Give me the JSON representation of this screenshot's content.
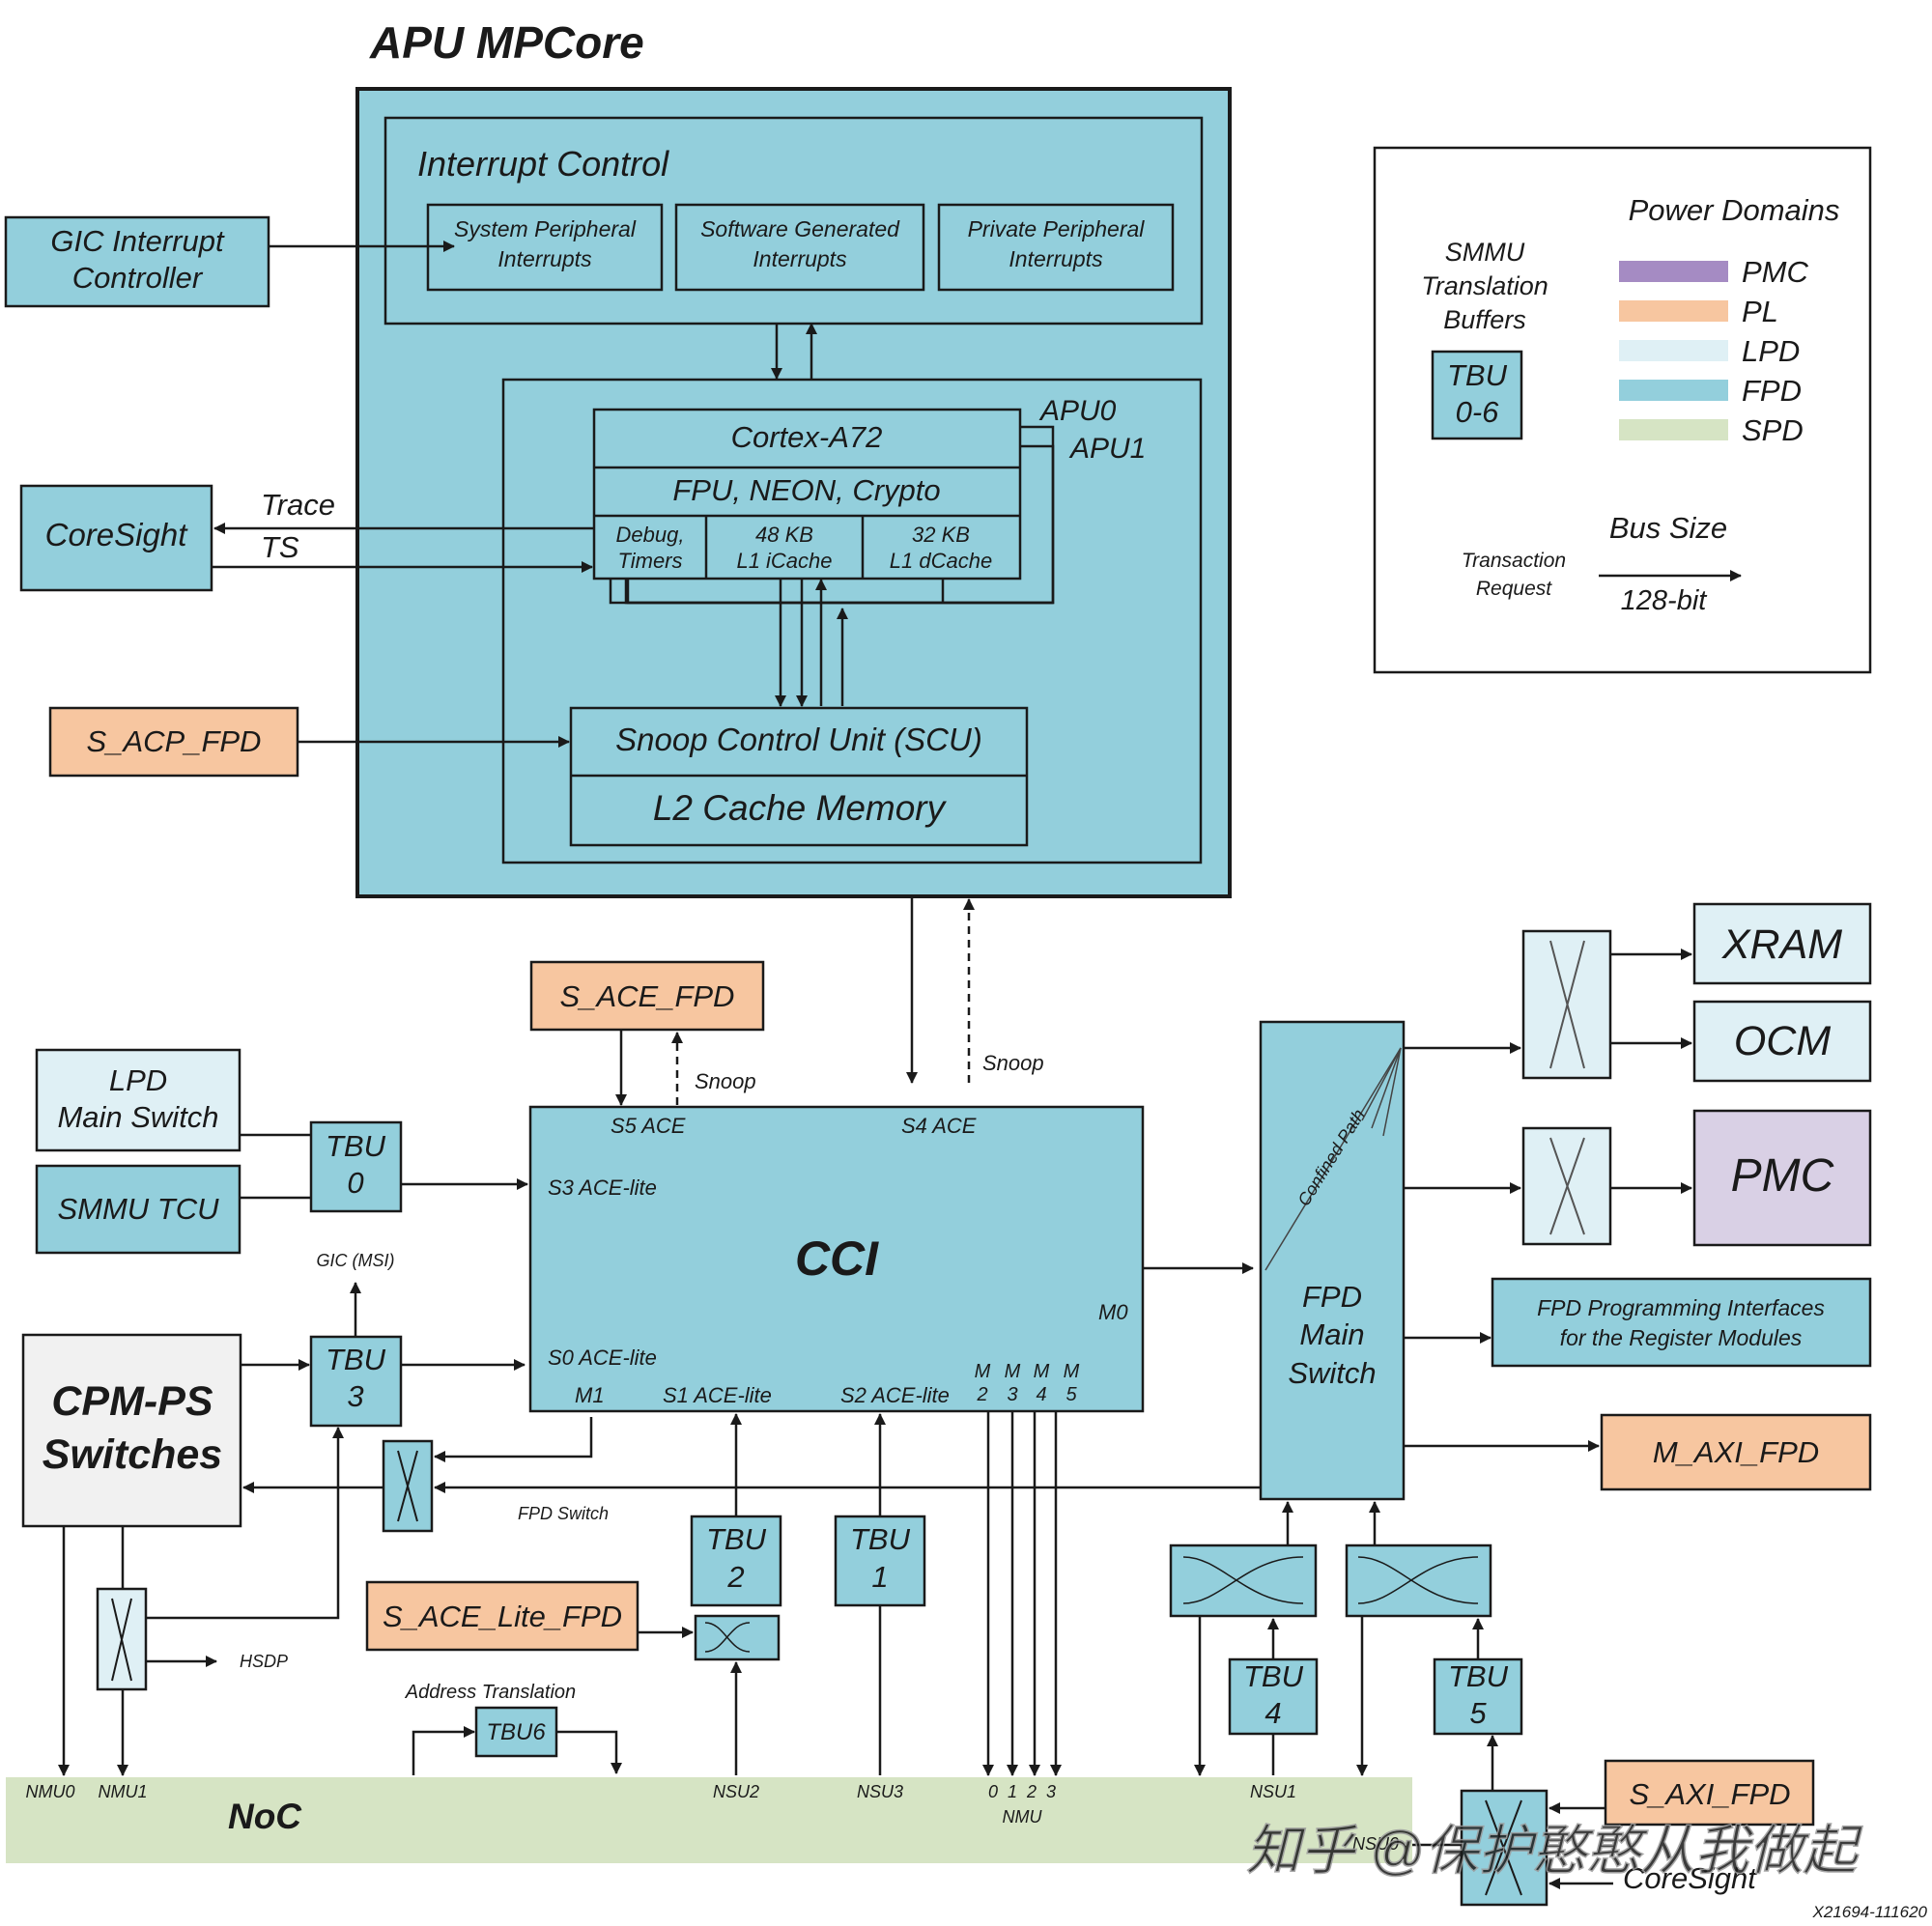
{
  "title": "APU MPCore",
  "colors": {
    "fpd": "#93cfdc",
    "fpd_dark": "#84c4d2",
    "lpd": "#dff0f5",
    "pl": "#f7c6a0",
    "pmc": "#d9d0e5",
    "spd": "#d6e4c4",
    "cpm": "#f1f1f1",
    "line": "#1a1a1a"
  },
  "apu": {
    "interrupt_control": "Interrupt Control",
    "spi": [
      "System Peripheral",
      "Interrupts"
    ],
    "sgi": [
      "Software Generated",
      "Interrupts"
    ],
    "ppi": [
      "Private Peripheral",
      "Interrupts"
    ],
    "apu0": "APU0",
    "apu1": "APU1",
    "cortex": "Cortex-A72",
    "fpu": "FPU, NEON, Crypto",
    "debug": [
      "Debug,",
      "Timers"
    ],
    "icache": [
      "48 KB",
      "L1 iCache"
    ],
    "dcache": [
      "32 KB",
      "L1 dCache"
    ],
    "scu": "Snoop Control Unit (SCU)",
    "l2": "L2 Cache Memory"
  },
  "left": {
    "gic": [
      "GIC Interrupt",
      "Controller"
    ],
    "coresight": "CoreSight",
    "trace": "Trace",
    "ts": "TS",
    "s_acp_fpd": "S_ACP_FPD",
    "s_ace_fpd": "S_ACE_FPD",
    "snoop_left": "Snoop",
    "snoop_right": "Snoop",
    "lpd_main_switch": [
      "LPD",
      "Main Switch"
    ],
    "smmu_tcu": "SMMU TCU",
    "gic_msi": "GIC (MSI)",
    "cpm_ps": [
      "CPM-PS",
      "Switches"
    ],
    "fpd_switch": "FPD Switch",
    "hsdp": "HSDP",
    "s_ace_lite_fpd": "S_ACE_Lite_FPD",
    "address_translation": "Address Translation",
    "tbu6": "TBU6"
  },
  "tbus": {
    "tbu0": [
      "TBU",
      "0"
    ],
    "tbu1": [
      "TBU",
      "1"
    ],
    "tbu2": [
      "TBU",
      "2"
    ],
    "tbu3": [
      "TBU",
      "3"
    ],
    "tbu4": [
      "TBU",
      "4"
    ],
    "tbu5": [
      "TBU",
      "5"
    ]
  },
  "cci": {
    "title": "CCI",
    "s5": "S5 ACE",
    "s4": "S4 ACE",
    "s3": "S3 ACE-lite",
    "s0": "S0 ACE-lite",
    "m1": "M1",
    "s1": "S1 ACE-lite",
    "s2": "S2 ACE-lite",
    "m0": "M0",
    "m_ports": [
      "M\n2",
      "M\n3",
      "M\n4",
      "M\n5"
    ]
  },
  "right": {
    "xram": "XRAM",
    "ocm": "OCM",
    "pmc": "PMC",
    "fpd_main_switch": [
      "FPD",
      "Main",
      "Switch"
    ],
    "confined_path": "Confined Path",
    "fpd_prog": [
      "FPD Programming Interfaces",
      "for the Register Modules"
    ],
    "m_axi_fpd": "M_AXI_FPD",
    "s_axi_fpd": "S_AXI_FPD",
    "coresight_bottom": "CoreSight"
  },
  "noc": {
    "label": "NoC",
    "nmu0": "NMU0",
    "nmu1": "NMU1",
    "nsu2": "NSU2",
    "nsu3": "NSU3",
    "nmu_nums": "0  1  2  3",
    "nmu": "NMU",
    "nsu1": "NSU1",
    "nsu0": "NSU0"
  },
  "legend": {
    "power_domains": "Power Domains",
    "smmu": [
      "SMMU",
      "Translation",
      "Buffers"
    ],
    "tbu": [
      "TBU",
      "0-6"
    ],
    "domains": [
      "PMC",
      "PL",
      "LPD",
      "FPD",
      "SPD"
    ],
    "bus_size": "Bus Size",
    "transaction": [
      "Transaction",
      "Request"
    ],
    "bits": "128-bit"
  },
  "watermark": "知乎 @保护憨憨从我做起",
  "figure_id": "X21694-111620"
}
